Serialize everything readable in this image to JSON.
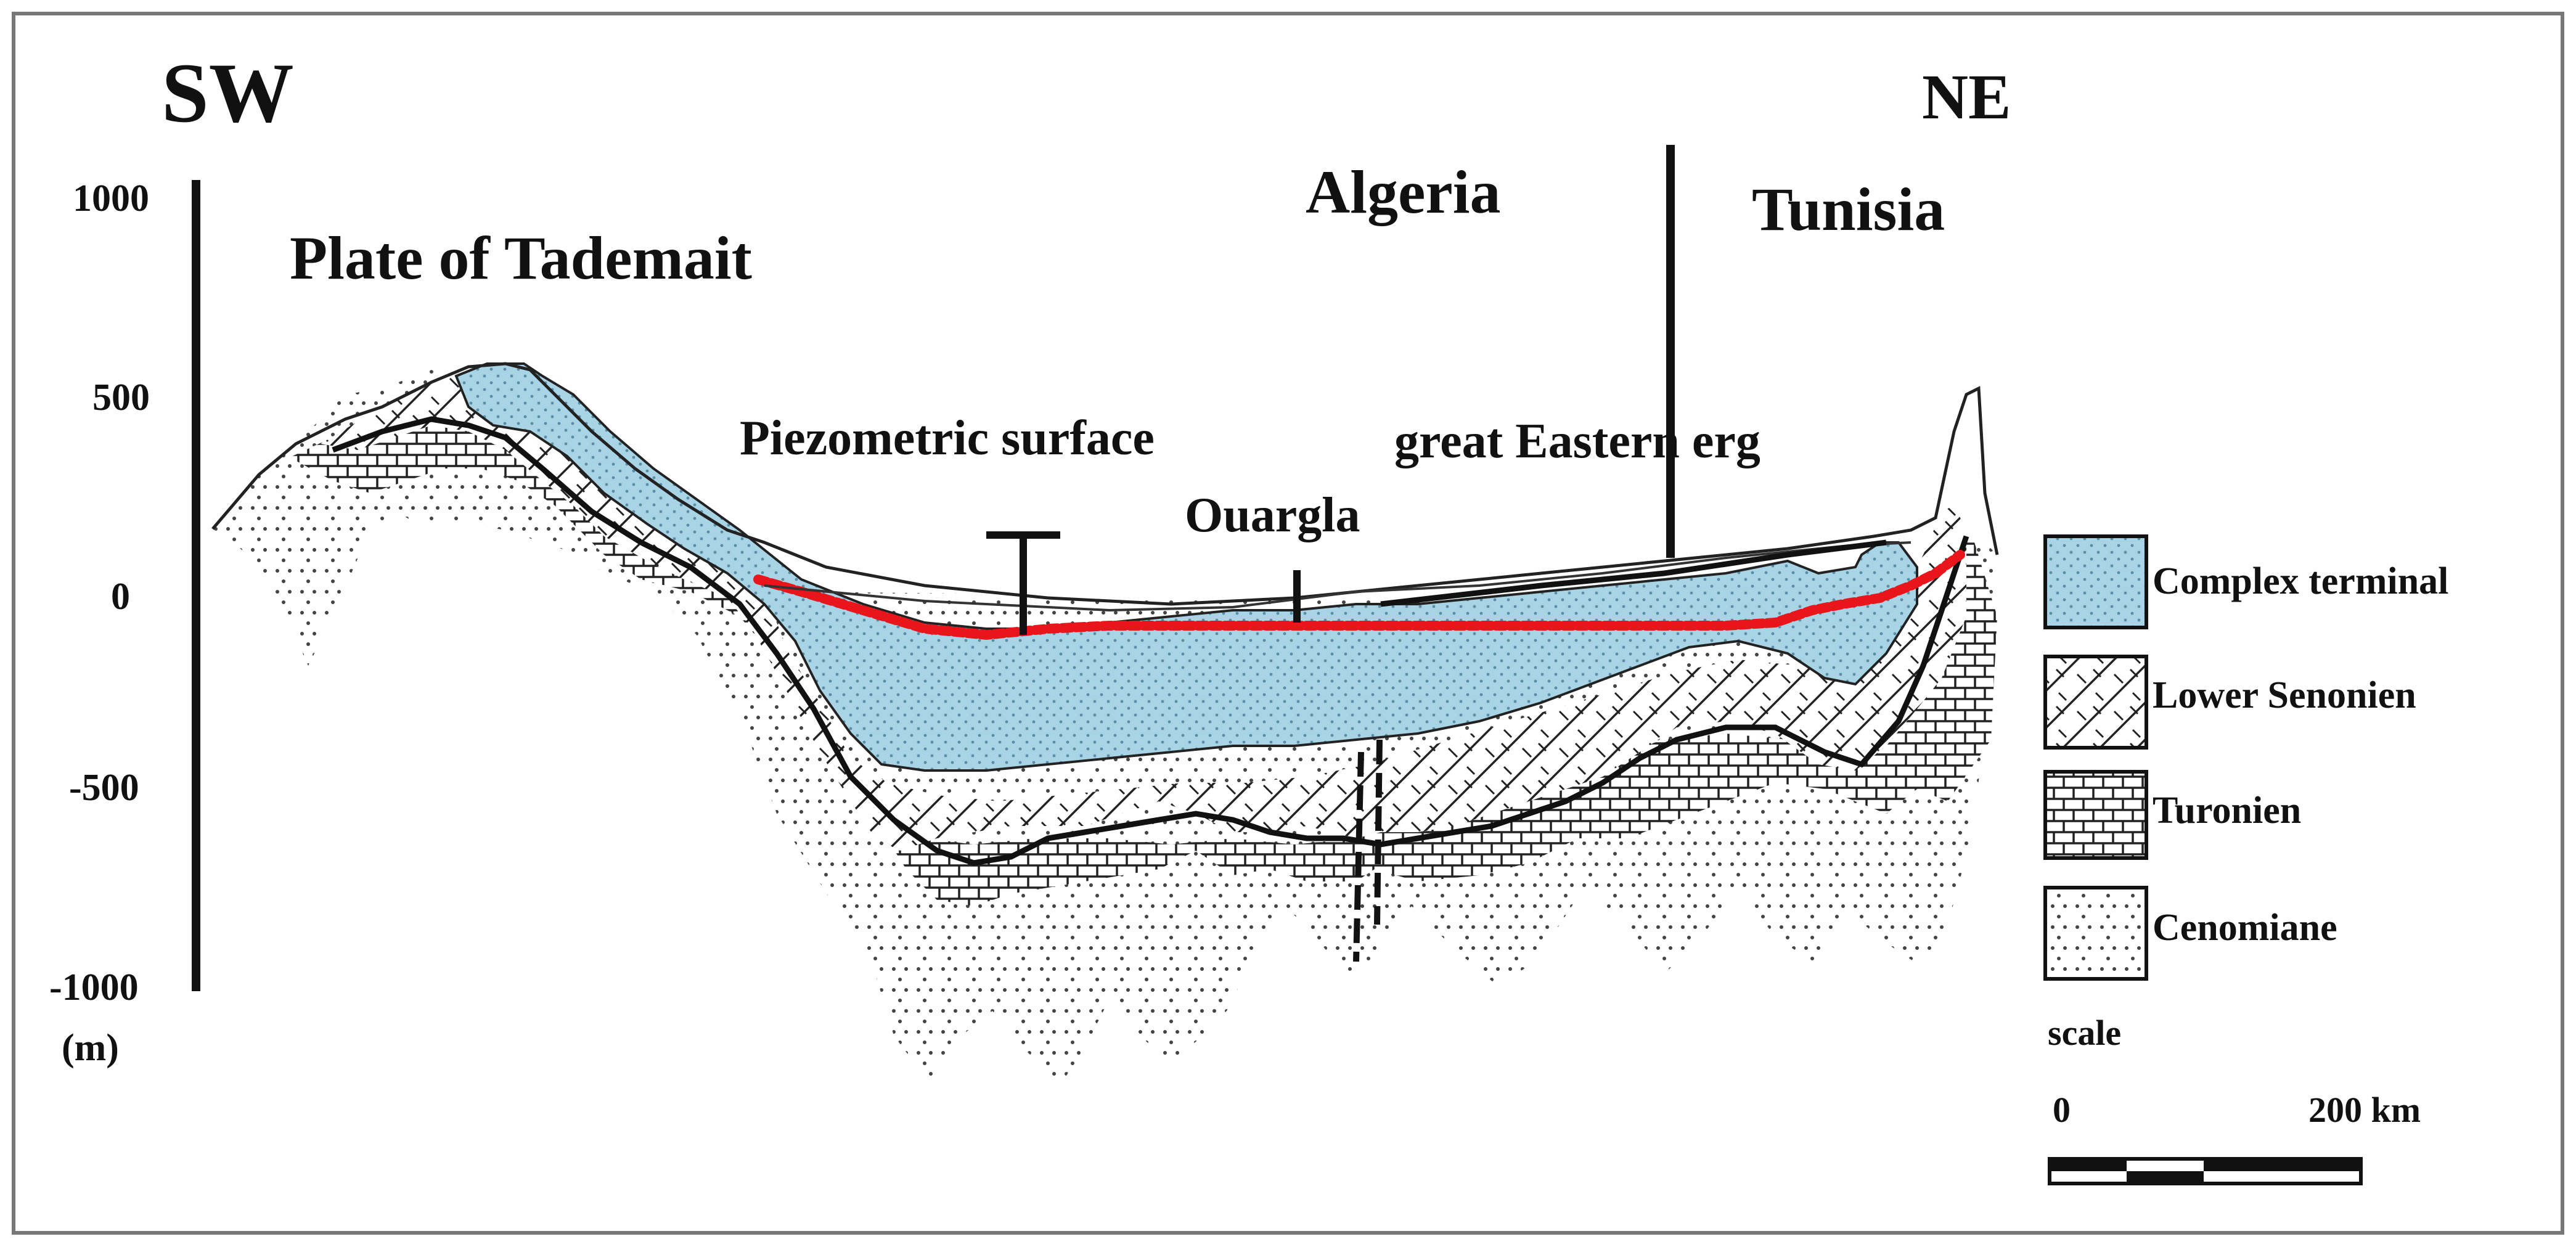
{
  "directions": {
    "left": "SW",
    "right": "NE"
  },
  "axis": {
    "ticks": [
      "1000",
      "500",
      "0",
      "-500",
      "-1000"
    ],
    "unit": "(m)"
  },
  "labels": {
    "plate": "Plate of Tademait",
    "country_left": "Algeria",
    "country_right": "Tunisia",
    "piezometric": "Piezometric surface",
    "town": "Ouargla",
    "erg": "great Eastern erg"
  },
  "legend": {
    "items": [
      {
        "label": "Complex terminal",
        "pattern": "dots-blue"
      },
      {
        "label": "Lower Senonien",
        "pattern": "diagonal-hatch"
      },
      {
        "label": "Turonien",
        "pattern": "brick"
      },
      {
        "label": "Cenomiane",
        "pattern": "dots-triangle"
      }
    ],
    "scale_title": "scale",
    "scale_start": "0",
    "scale_end": "200 km"
  },
  "colors": {
    "complex_terminal": "#a9d4e6",
    "piezometric_line": "#e8161b",
    "ink": "#111111",
    "frame": "#777777"
  }
}
